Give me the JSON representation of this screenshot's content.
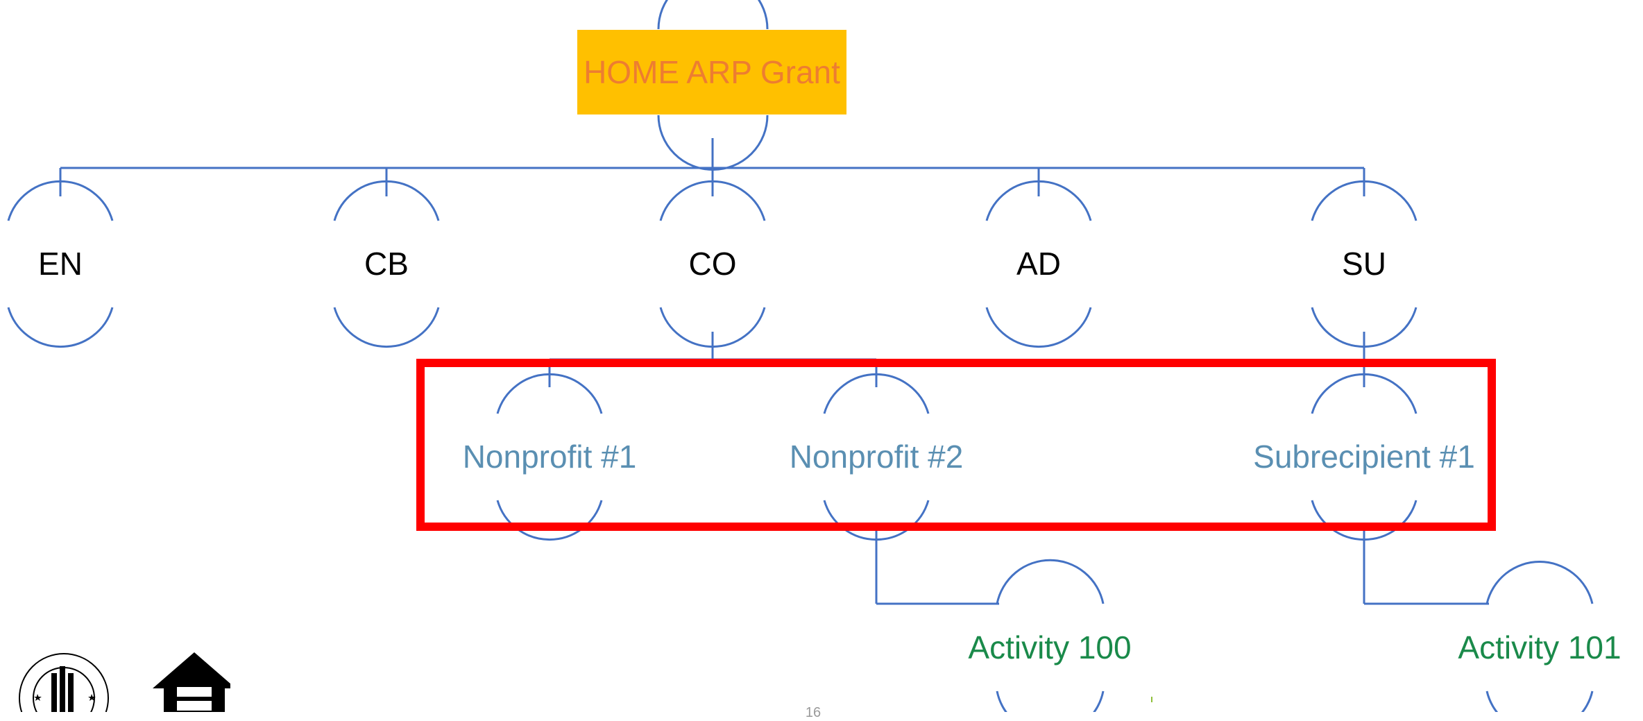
{
  "root": {
    "label": "HOME ARP Grant"
  },
  "level1": [
    {
      "label": "EN"
    },
    {
      "label": "CB"
    },
    {
      "label": "CO"
    },
    {
      "label": "AD"
    },
    {
      "label": "SU"
    }
  ],
  "level2": [
    {
      "label": "Nonprofit #1"
    },
    {
      "label": "Nonprofit #2"
    },
    {
      "label": "Subrecipient #1"
    }
  ],
  "level3": [
    {
      "label": "Activity 100"
    },
    {
      "label": "Activity 101"
    }
  ],
  "footer": {
    "page_number": "16"
  },
  "colors": {
    "connector": "#4472c4",
    "highlight": "#ff0000",
    "root_fill": "#ffc000",
    "root_text": "#ed7d31",
    "level2_text": "#5a8fb2",
    "level3_text": "#1a8a4a"
  },
  "logos": [
    "hud-seal-icon",
    "equal-housing-icon"
  ]
}
